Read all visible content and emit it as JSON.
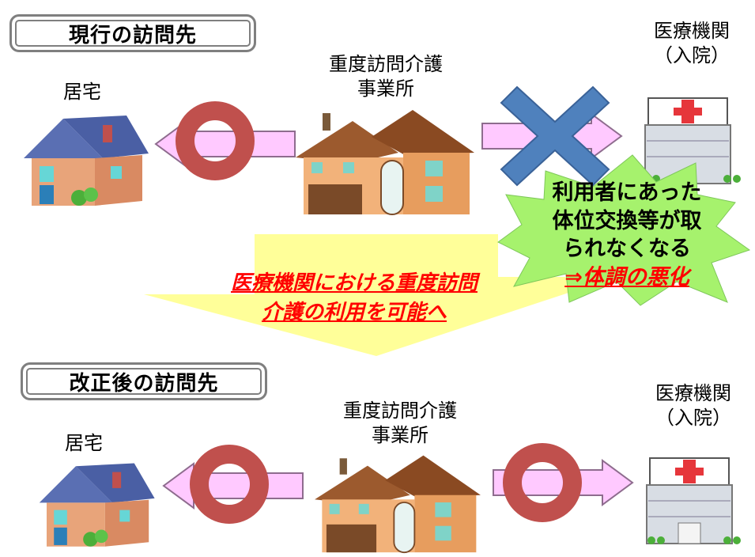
{
  "current": {
    "title": "現行の訪問先",
    "home_label": "居宅",
    "office_label_line1": "重度訪問介護",
    "office_label_line2": "事業所",
    "hospital_label_line1": "医療機関",
    "hospital_label_line2": "（入院）"
  },
  "callout": {
    "line1": "利用者にあった",
    "line2": "体位交換等が取",
    "line3": "られなくなる",
    "line4": "⇒体調の悪化"
  },
  "transition": {
    "line1": "医療機関における重度訪問",
    "line2": "介護の利用を可能へ"
  },
  "revised": {
    "title": "改正後の訪問先",
    "home_label": "居宅",
    "office_label_line1": "重度訪問介護",
    "office_label_line2": "事業所",
    "hospital_label_line1": "医療機関",
    "hospital_label_line2": "（入院）"
  },
  "colors": {
    "circle_mark": "#c0504d",
    "cross_mark": "#4f81bd",
    "arrow_fill": "#ffc9ff",
    "callout_fill": "#a6f26d",
    "transition_arrow": "#ffff99",
    "emphasis_text": "#ff0000"
  },
  "icons": [
    "house-icon",
    "office-building-icon",
    "hospital-icon",
    "circle-ok-mark-icon",
    "cross-ng-mark-icon"
  ]
}
